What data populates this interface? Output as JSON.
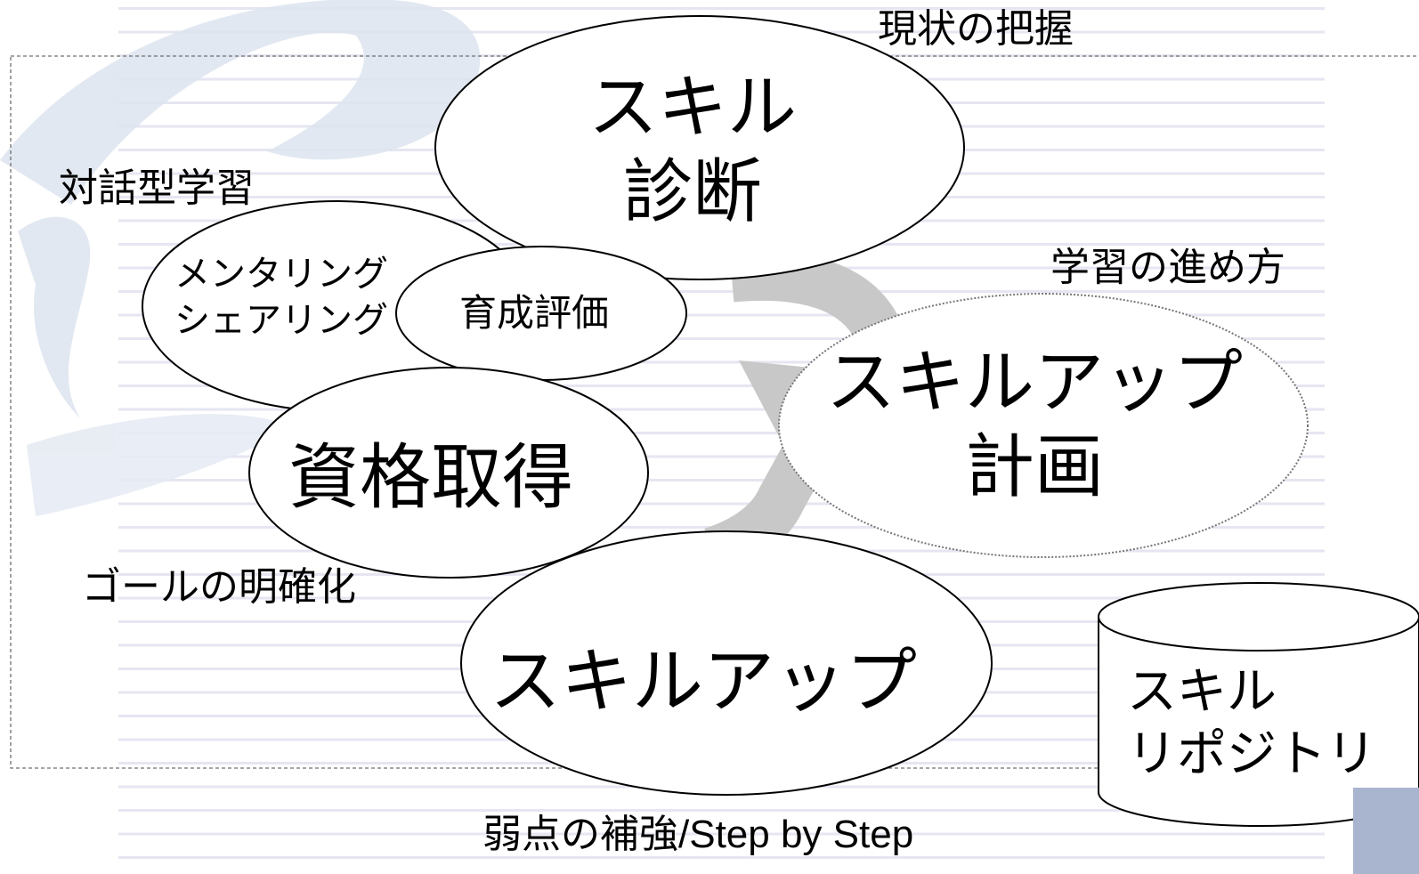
{
  "labels": {
    "current_state": "現状の把握",
    "dialog_learning": "対話型学習",
    "how_to_learn": "学習の進め方",
    "goal_clarify": "ゴールの明確化",
    "weakness": "弱点の補強/Step by Step"
  },
  "ellipses": {
    "skill_diagnosis": {
      "line1": "スキル",
      "line2": "診断"
    },
    "mentoring": {
      "line1": "メンタリング",
      "line2": "シェアリング"
    },
    "evaluation": {
      "text": "育成評価"
    },
    "certification": {
      "text": "資格取得"
    },
    "plan": {
      "line1": "スキルアップ",
      "line2": "計画"
    },
    "skillup": {
      "text": "スキルアップ"
    }
  },
  "repository": {
    "line1": "スキル",
    "line2": "リポジトリ"
  },
  "colors": {
    "stripe": "#e6e6f2",
    "arrow": "#c8c8c8",
    "watermark": "#dde4ef",
    "corner": "#a9b5cf"
  }
}
